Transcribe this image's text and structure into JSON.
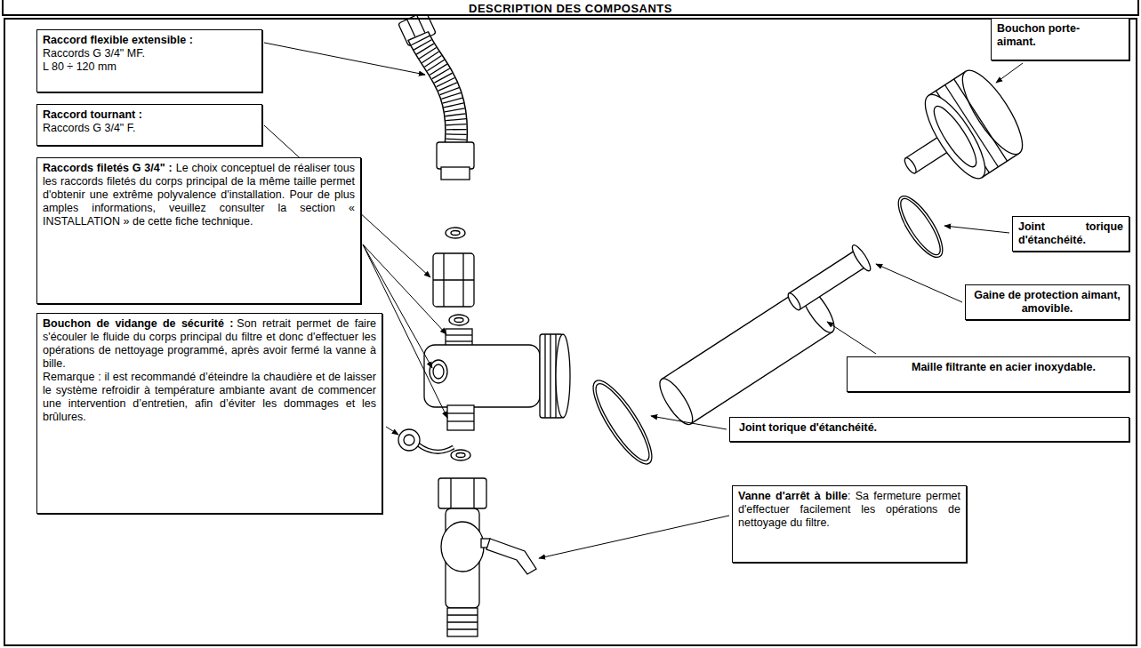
{
  "diagram": {
    "title": "DESCRIPTION DES COMPOSANTS",
    "nodes": [
      {
        "text": [
          "Raccord flexible extensible :",
          "Raccords G 3/4\" MF.",
          "L 80 ÷ 120 mm"
        ]
      },
      {
        "text": [
          "Raccord tournant :",
          "Raccords G 3/4\" F."
        ]
      },
      {
        "text": [
          "Raccords filetés G 3/4\" :",
          "Le choix conceptuel de réaliser tous les raccords filetés du corps principal de la même taille permet d'obtenir une extrême polyvalence d'installation. Pour de plus amples informations, veuillez consulter la section « INSTALLATION » de cette fiche technique."
        ]
      },
      {
        "text": [
          "Bouchon de vidange de sécurité :",
          "Son retrait permet de faire s'écouler le fluide du corps principal du filtre et donc d'effectuer les opérations de nettoyage programmé, après avoir fermé la vanne à bille.",
          "Remarque : il est recommandé d’éteindre la chaudière et de laisser le système refroidir à température ambiante avant de commencer une intervention d’entretien, afin d’éviter les dommages et les brûlures."
        ]
      },
      {
        "text": [
          "Bouchon porte-aimant."
        ]
      },
      {
        "text": [
          "Joint torique d'étanchéité."
        ]
      },
      {
        "text": [
          "Gaine de protection aimant, amovible."
        ]
      },
      {
        "text": [
          "Maille filtrante en acier inoxydable."
        ]
      },
      {
        "text": [
          "Joint torique d'étanchéité."
        ]
      },
      {
        "text": [
          "Vanne d'arrêt à bille",
          ": Sa fermeture permet d'effectuer facilement les opérations de nettoyage du filtre."
        ]
      }
    ]
  }
}
